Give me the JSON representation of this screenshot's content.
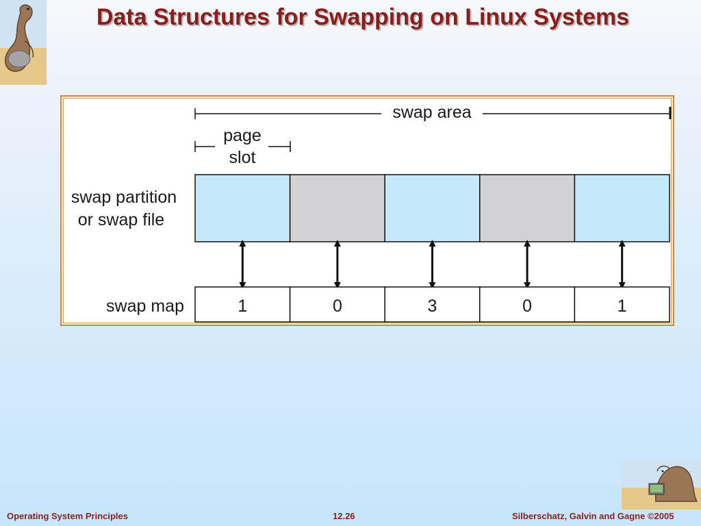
{
  "slide": {
    "title": "Data Structures for Swapping on Linux Systems"
  },
  "diagram": {
    "swap_area_label": "swap area",
    "page_slot_label_line1": "page",
    "page_slot_label_line2": "slot",
    "partition_label_line1": "swap partition",
    "partition_label_line2": "or swap file",
    "swap_map_label": "swap map",
    "slots": [
      {
        "state": "in-use",
        "count": "1"
      },
      {
        "state": "free",
        "count": "0"
      },
      {
        "state": "in-use",
        "count": "3"
      },
      {
        "state": "free",
        "count": "0"
      },
      {
        "state": "in-use",
        "count": "1"
      }
    ],
    "colors": {
      "in_use_slot": "#c6e8fb",
      "free_slot": "#d2d2d4",
      "title": "#8a1e1e"
    }
  },
  "footer": {
    "left": "Operating System Principles",
    "center": "12.26",
    "right": "Silberschatz, Galvin and Gagne ©2005"
  }
}
